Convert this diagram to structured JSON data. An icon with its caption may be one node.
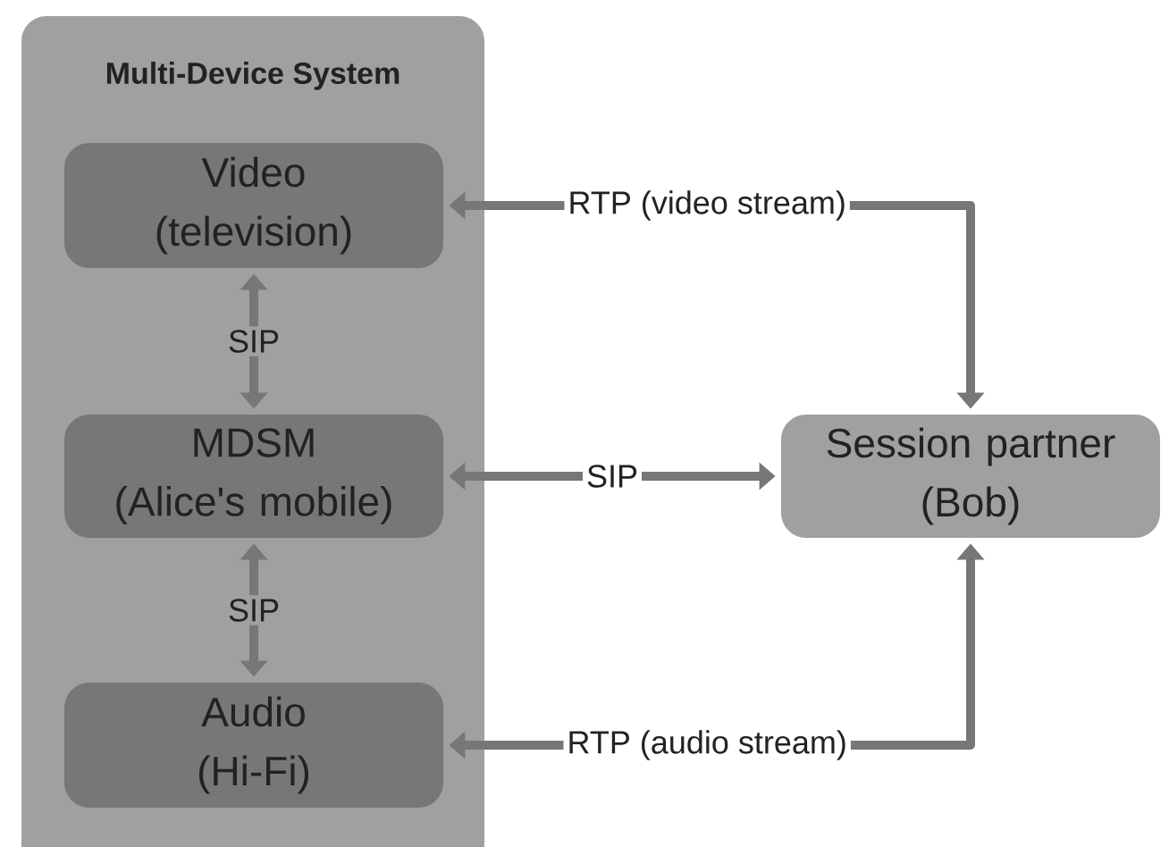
{
  "diagram": {
    "nodes": [
      {
        "text": [
          "Multi-Device System"
        ]
      },
      {
        "text": [
          "Video",
          "(television)"
        ],
        "in": 0
      },
      {
        "text": [
          "MDSM",
          "(Alice's mobile)"
        ],
        "in": 0
      },
      {
        "text": [
          "Audio",
          "(Hi-Fi)"
        ],
        "in": 0
      },
      {
        "text": [
          "Session partner",
          "(Bob)"
        ]
      }
    ],
    "edges": [
      {
        "from": 1,
        "to": 2,
        "arrow": "both",
        "label": "SIP"
      },
      {
        "from": 2,
        "to": 3,
        "arrow": "both",
        "label": "SIP"
      },
      {
        "from": 2,
        "to": 4,
        "arrow": "both",
        "label": "SIP"
      },
      {
        "from": 1,
        "to": 4,
        "arrow": "both",
        "label": "RTP (video stream)"
      },
      {
        "from": 3,
        "to": 4,
        "arrow": "both",
        "label": "RTP (audio stream)"
      }
    ]
  }
}
